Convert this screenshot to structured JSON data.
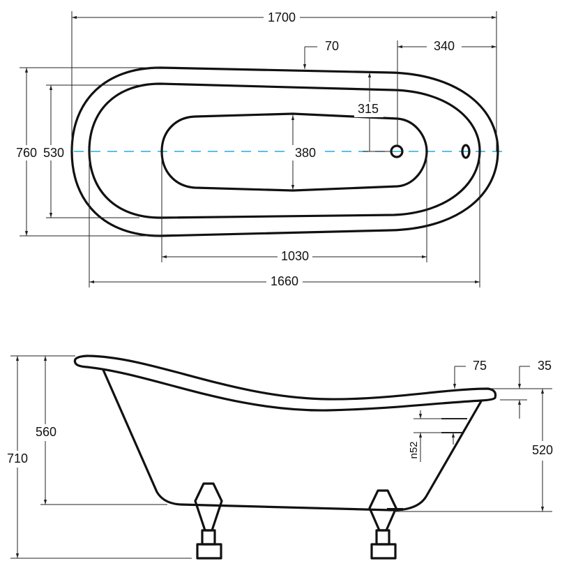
{
  "colors": {
    "outline": "#111111",
    "centerline": "#29a8d8"
  },
  "top_view": {
    "length_overall": "1700",
    "rim_width_top": "70",
    "drain_from_end": "340",
    "drain_offset": "315",
    "width_overall": "760",
    "width_inner_rim": "530",
    "basin_width": "380",
    "basin_length": "1030",
    "length_inner_rim": "1660"
  },
  "side_view": {
    "rim_width": "75",
    "rim_thickness": "35",
    "height_to_bottom": "560",
    "height_overall": "710",
    "overflow_label": "n52",
    "height_at_foot_end": "520"
  }
}
